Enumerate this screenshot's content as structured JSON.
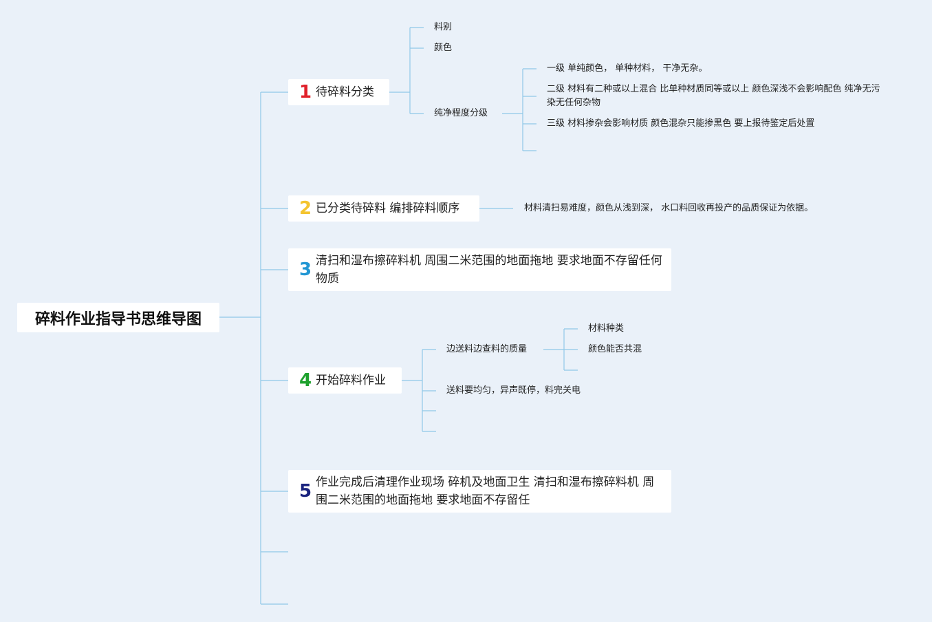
{
  "root": {
    "title": "碎料作业指导书思维导图"
  },
  "branches": [
    {
      "num": "1",
      "color": "#e0202a",
      "label": "待碎料分类"
    },
    {
      "num": "2",
      "color": "#f4c430",
      "label": "已分类待碎料 编排碎料顺序"
    },
    {
      "num": "3",
      "color": "#2196d3",
      "label": "清扫和湿布擦碎料机 周围二米范围的地面拖地 要求地面不存留任何物质"
    },
    {
      "num": "4",
      "color": "#1fa12e",
      "label": "开始碎料作业"
    },
    {
      "num": "5",
      "color": "#1a237e",
      "label": "作业完成后清理作业现场 碎机及地面卫生 清扫和湿布擦碎料机 周围二米范围的地面拖地 要求地面不存留任"
    }
  ],
  "b1": {
    "sub1": "料别",
    "sub2": "颜色",
    "sub3": "纯净程度分级",
    "grades": [
      "一级 单纯颜色， 单种材料， 干净无杂。",
      "二级 材料有二种或以上混合 比单种材质同等或以上 颜色深浅不会影响配色 纯净无污染无任何杂物",
      "三级 材料掺杂会影响材质 颜色混杂只能掺黑色 要上报待鉴定后处置"
    ]
  },
  "b2": {
    "note": "材料清扫易难度，颜色从浅到深， 水口料回收再投产的品质保证为依据。"
  },
  "b4": {
    "sub1": "边送料边查料的质量",
    "sub1_children": [
      "材料种类",
      "颜色能否共混"
    ],
    "sub2": "送料要均匀，异声既停，料完关电"
  },
  "colors": {
    "line": "#8fc8e8",
    "background": "#eaf1f9"
  }
}
